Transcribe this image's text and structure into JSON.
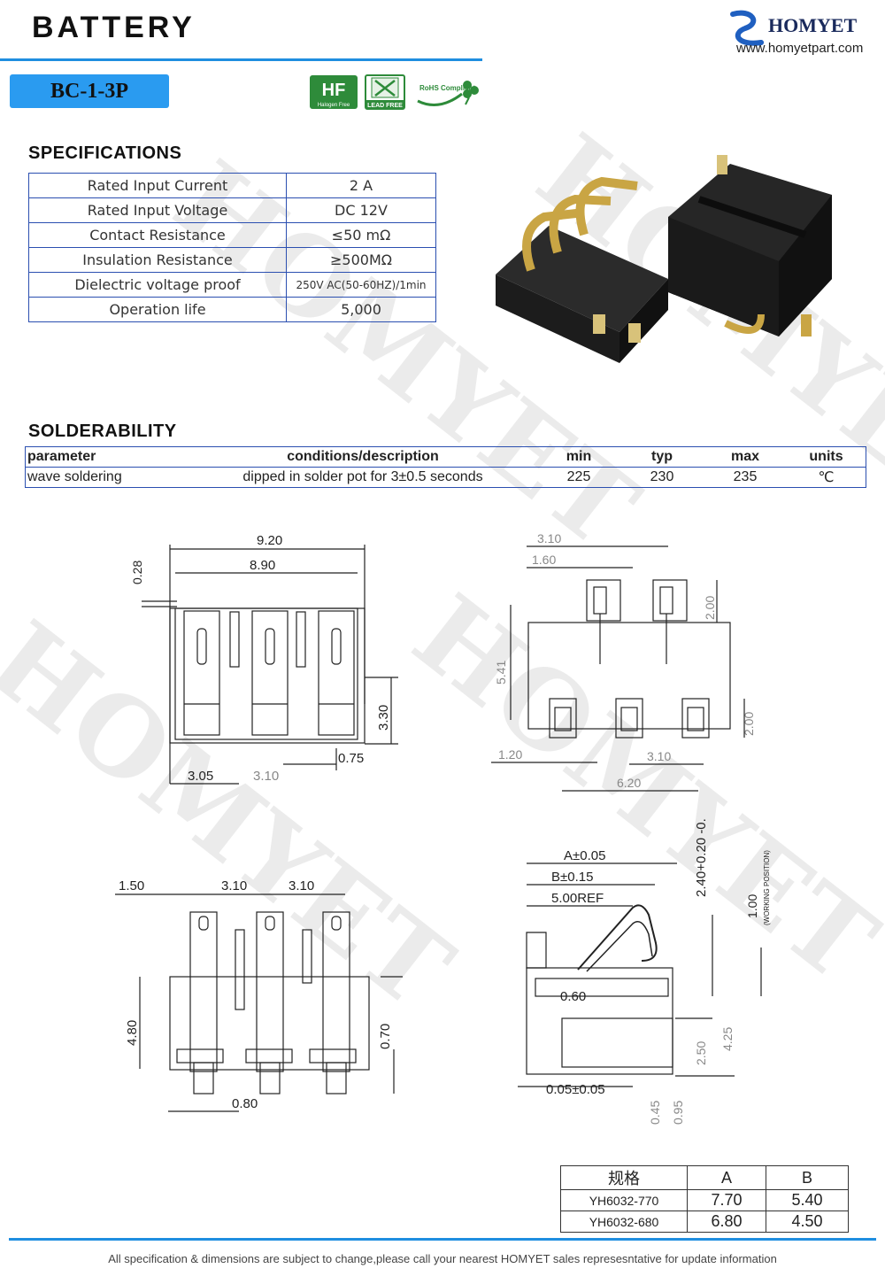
{
  "colors": {
    "accent": "#1f8ee0",
    "model_bg": "#2a9bf0",
    "table_border": "#2b4fb0",
    "cert_green": "#2e8b3a"
  },
  "header": {
    "title": "BATTERY",
    "brand": "HOMYET",
    "website": "www.homyetpart.com"
  },
  "model": "BC-1-3P",
  "certifications": [
    {
      "icon": "halogen-free-icon",
      "label": "Halogen Free"
    },
    {
      "icon": "lead-free-icon",
      "label": "LEAD FREE"
    },
    {
      "icon": "rohs-icon",
      "label": "RoHS Compliant"
    }
  ],
  "watermark_text": "HOMYET",
  "specifications": {
    "heading": "SPECIFICATIONS",
    "rows": [
      {
        "key": "Rated Input Current",
        "value": "2  A"
      },
      {
        "key": "Rated Input Voltage",
        "value": "DC  12V"
      },
      {
        "key": "Contact Resistance",
        "value": "≤50  mΩ"
      },
      {
        "key": "Insulation Resistance",
        "value": "≥500MΩ"
      },
      {
        "key": "Dielectric voltage proof",
        "value": "250V AC(50-60HZ)/1min"
      },
      {
        "key": "Operation life",
        "value": "5,000"
      }
    ]
  },
  "solderability": {
    "heading": "SOLDERABILITY",
    "headers": [
      "parameter",
      "conditions/description",
      "min",
      "typ",
      "max",
      "units"
    ],
    "row": [
      "wave soldering",
      "dipped in solder pot for 3±0.5 seconds",
      "225",
      "230",
      "235",
      "℃"
    ]
  },
  "dimensions": {
    "top_left": [
      "9.20",
      "8.90",
      "0.28",
      "3.30",
      "0.75",
      "3.05",
      "3.10"
    ],
    "top_right": [
      "3.10",
      "1.60",
      "2.00",
      "5.41",
      "2.00",
      "1.20",
      "3.10",
      "6.20"
    ],
    "bottom_left": [
      "1.50",
      "3.10",
      "3.10",
      "4.80",
      "0.70",
      "0.80"
    ],
    "bottom_right": [
      "A±0.05",
      "B±0.15",
      "5.00REF",
      "0.60",
      "0.05±0.05",
      "2.40+0.20 -0.00",
      "1.00",
      "(WORKING POSITION)",
      "2.50",
      "4.25",
      "0.45",
      "0.95"
    ]
  },
  "model_table": {
    "headers": [
      "规格",
      "A",
      "B"
    ],
    "rows": [
      [
        "YH6032-770",
        "7.70",
        "5.40"
      ],
      [
        "YH6032-680",
        "6.80",
        "4.50"
      ]
    ]
  },
  "footer": "All specification & dimensions are subject to change,please call your nearest HOMYET sales represesntative for update information"
}
